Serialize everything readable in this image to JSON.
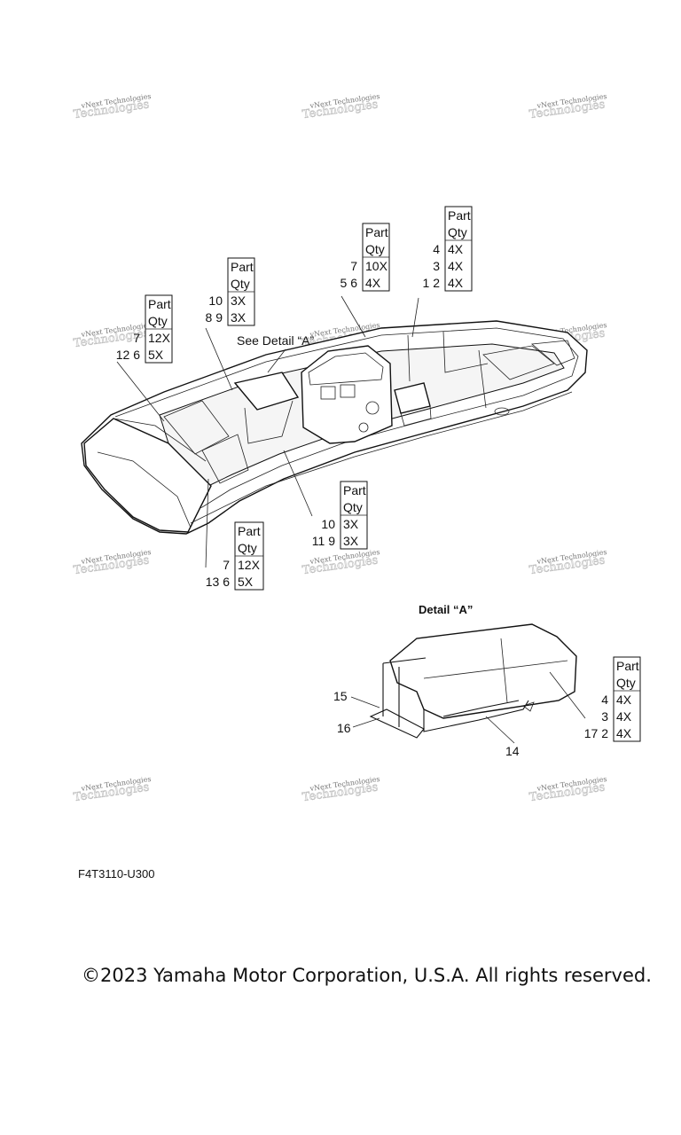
{
  "watermark": {
    "line1": "vNext Technologies",
    "line2": "Technologies"
  },
  "see_detail": "See Detail “A”",
  "detail_title": "Detail “A”",
  "tables": {
    "t1": {
      "header1": "Part",
      "header2": "Qty",
      "rows": [
        {
          "left": "4",
          "qty": "4X"
        },
        {
          "left": "3",
          "qty": "4X"
        },
        {
          "left": "1  2",
          "qty": "4X"
        }
      ]
    },
    "t2": {
      "header1": "Part",
      "header2": "Qty",
      "rows": [
        {
          "left": "7",
          "qty": "10X"
        },
        {
          "left": "5  6",
          "qty": "4X"
        }
      ]
    },
    "t3": {
      "header1": "Part",
      "header2": "Qty",
      "rows": [
        {
          "left": "10",
          "qty": "3X"
        },
        {
          "left": "8  9",
          "qty": "3X"
        }
      ]
    },
    "t4": {
      "header1": "Part",
      "header2": "Qty",
      "rows": [
        {
          "left": "7",
          "qty": "12X"
        },
        {
          "left": "12  6",
          "qty": "5X"
        }
      ]
    },
    "t5": {
      "header1": "Part",
      "header2": "Qty",
      "rows": [
        {
          "left": "10",
          "qty": "3X"
        },
        {
          "left": "11  9",
          "qty": "3X"
        }
      ]
    },
    "t6": {
      "header1": "Part",
      "header2": "Qty",
      "rows": [
        {
          "left": "7",
          "qty": "12X"
        },
        {
          "left": "13  6",
          "qty": "5X"
        }
      ]
    },
    "t7": {
      "header1": "Part",
      "header2": "Qty",
      "rows": [
        {
          "left": "4",
          "qty": "4X"
        },
        {
          "left": "3",
          "qty": "4X"
        },
        {
          "left": "17  2",
          "qty": "4X"
        }
      ]
    }
  },
  "callouts": {
    "c15": "15",
    "c16": "16",
    "c14": "14"
  },
  "diagram_code": "F4T3110-U300",
  "copyright": "©2023 Yamaha Motor Corporation, U.S.A. All rights reserved."
}
